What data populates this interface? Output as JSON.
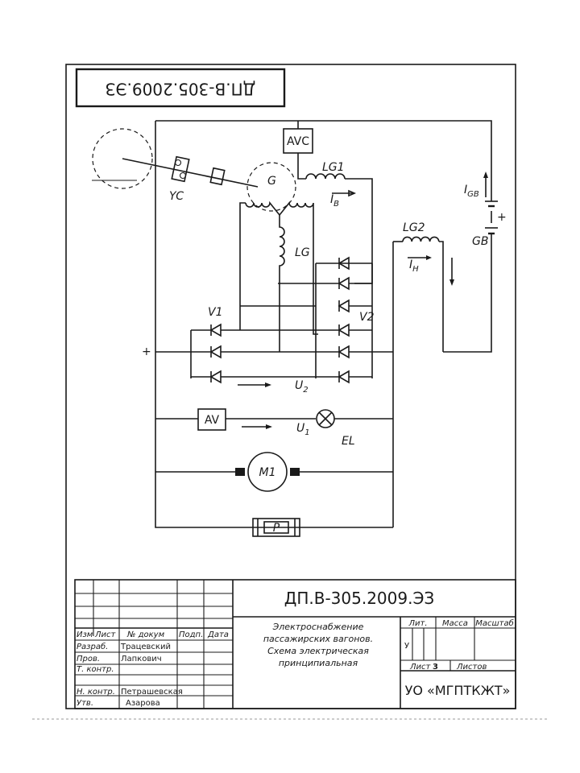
{
  "stamp": {
    "doc_code_rotated": "ДП.В-305.2009.ЭЗ"
  },
  "diagram": {
    "labels": {
      "avc": "AVC",
      "g": "G",
      "yc": "YC",
      "lg1": "LG1",
      "ib": "I",
      "ib_sub": "B",
      "lg": "LG",
      "lg2": "LG2",
      "in": "I",
      "in_sub": "H",
      "igb": "I",
      "igb_sub": "GB",
      "gb": "GB",
      "gb_plus": "+",
      "v1": "V1",
      "v2": "V2",
      "plus": "+",
      "minus": "–",
      "u2": "U",
      "u2_sub": "2",
      "av": "AV",
      "u1": "U",
      "u1_sub": "1",
      "el": "EL",
      "m1": "M1",
      "p": "P"
    }
  },
  "title_block": {
    "doc_code": "ДП.В-305.2009.ЭЗ",
    "description": [
      "Электроснабжение",
      "пассажирских вагонов.",
      "Схема электрическая",
      "принципиальная"
    ],
    "header": [
      "Изм",
      "Лист",
      "№ докум",
      "Подп.",
      "Дата"
    ],
    "roles": [
      "Разраб.",
      "Пров.",
      "Т. контр.",
      "Н. контр.",
      "Утв."
    ],
    "names": [
      "Трацевский",
      "Лапкович",
      "",
      "Петрашевская",
      "Азарова"
    ],
    "lit_label": "Лит.",
    "mass_label": "Масса",
    "scale_label": "Масштаб",
    "lit_value": "У",
    "sheet_label": "Лист",
    "sheet_num": "3",
    "sheets_label": "Листов",
    "org": "УО «МГПТКЖТ»"
  }
}
